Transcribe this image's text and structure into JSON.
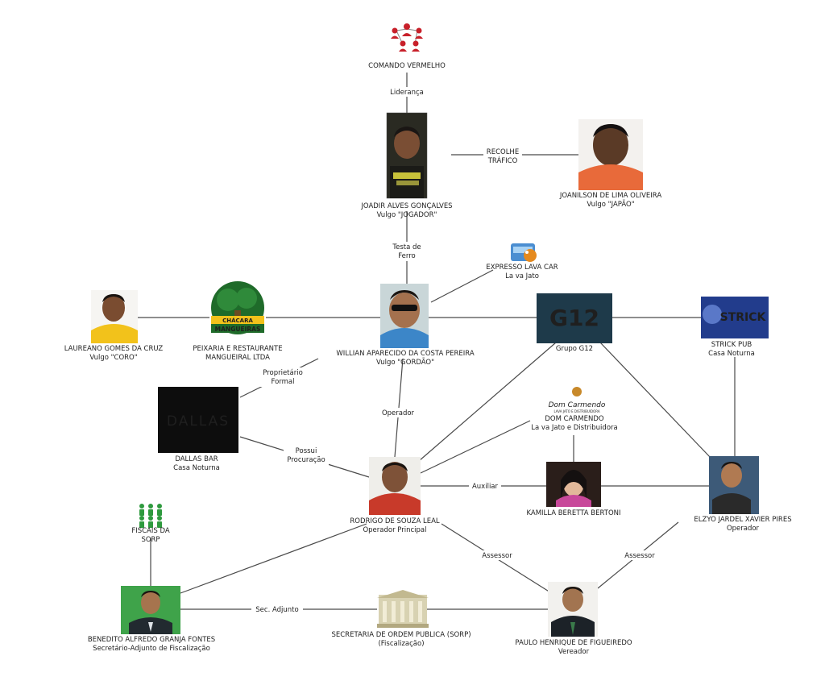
{
  "nodes": {
    "cv": [
      "COMANDO VERMELHO"
    ],
    "joadir": [
      "JOADIR ALVES GONÇALVES",
      "Vulgo \"JOGADOR\""
    ],
    "joanilson": [
      "JOANILSON DE LIMA OLIVEIRA",
      "Vulgo \"JAPÃO\""
    ],
    "expresso": [
      "EXPRESSO LAVA CAR",
      "La va Jato"
    ],
    "laureano": [
      "LAUREANO GOMES DA CRUZ",
      "Vulgo \"CORO\""
    ],
    "peixaria": [
      "PEIXARIA E RESTAURANTE",
      "MANGUEIRAL LTDA"
    ],
    "willian": [
      "WILLIAN APARECIDO DA COSTA PEREIRA",
      "Vulgo \"GORDÃO\""
    ],
    "g12": [
      "Grupo G12"
    ],
    "strick": [
      "STRICK PUB",
      "Casa Noturna"
    ],
    "dallas": [
      "DALLAS BAR",
      "Casa Noturna"
    ],
    "domcarmendo": [
      "DOM CARMENDO",
      "La va Jato e Distribuidora"
    ],
    "rodrigo": [
      "RODRIGO DE SOUZA LEAL",
      "Operador Principal"
    ],
    "kamilla": [
      "KAMILLA BERETTA BERTONI"
    ],
    "elzyo": [
      "ELZYO JARDEL XAVIER PIRES",
      "Operador"
    ],
    "fiscais": [
      "FISCAIS DA",
      "SORP"
    ],
    "benedito": [
      "BENEDITO ALFREDO GRANJA FONTES",
      "Secretário-Adjunto de Fiscalização"
    ],
    "sorp": [
      "SECRETARIA DE ORDEM PUBLICA (SORP)",
      "(Fiscalização)"
    ],
    "paulo": [
      "PAULO HENRIQUE DE FIGUEIREDO",
      "Vereador"
    ]
  },
  "images": {
    "peixaria_logo": [
      "CHÁCARA",
      "MANGUEIRAS"
    ],
    "dallas_logo": "DALLAS",
    "g12_logo": "G12",
    "strick_sign": "STRICK",
    "domcarmendo_logo": [
      "Dom Carmendo",
      "LAVA JATO E DISTRIBUIDORA"
    ]
  },
  "edge_labels": {
    "lideranca": [
      "Liderança"
    ],
    "recolhe": [
      "RECOLHE",
      "TRÁFICO"
    ],
    "testa": [
      "Testa de",
      "Ferro"
    ],
    "proprietario": [
      "Proprietário",
      "Formal"
    ],
    "operador": [
      "Operador"
    ],
    "possui": [
      "Possui",
      "Procuração"
    ],
    "auxiliar": [
      "Auxiliar"
    ],
    "assessor1": [
      "Assessor"
    ],
    "assessor2": [
      "Assessor"
    ],
    "sec_adjunto": [
      "Sec. Adjunto"
    ]
  },
  "colors": {
    "comando_icon": "#c8202a",
    "fiscais_icon": "#2e9a3e",
    "peixaria_green": "#1f6b2a",
    "peixaria_yellow": "#f2c21b",
    "g12_bg": "#1e3a4a",
    "strick_bg": "#223c8c",
    "strick_sign": "#e4487a",
    "shirt_yellow": "#f2c21b",
    "shirt_orange": "#e86a3a",
    "shirt_blue": "#3c86c8",
    "shirt_red": "#c83a2a",
    "green_backdrop": "#3fa34a"
  },
  "icons": {
    "cv": "group-network-icon",
    "fiscais": "people-group-icon",
    "expresso": "car-wash-icon",
    "sorp": "government-building-icon"
  }
}
